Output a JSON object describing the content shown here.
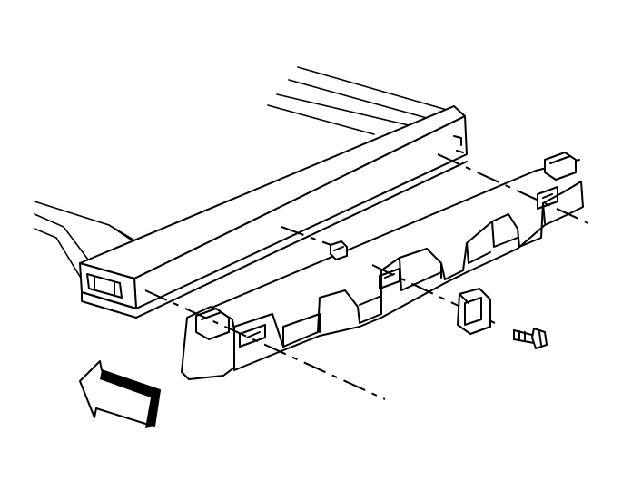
{
  "illustration": {
    "parts": [
      "vehicle-frame",
      "rear-crossmember",
      "bumper-energy-absorber",
      "retainer-clip",
      "bracket-insert",
      "mounting-bolt"
    ],
    "direction_indicator": "front-arrow-icon",
    "line_color": "#000000",
    "background_color": "#ffffff"
  }
}
